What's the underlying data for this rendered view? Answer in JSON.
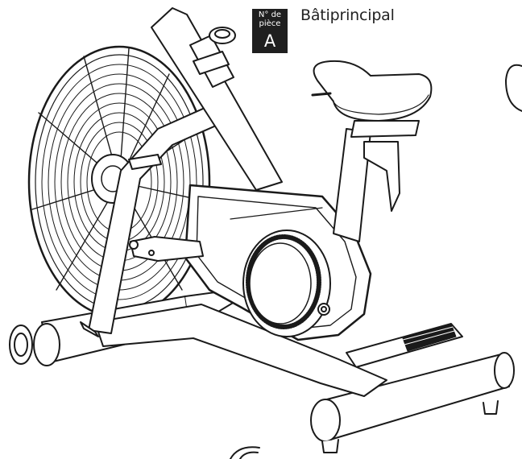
{
  "part_label": {
    "line1": "N° de",
    "line2": "pièce",
    "letter": "A"
  },
  "part_title": "Bâtiprincipal",
  "colors": {
    "ink": "#1a1a1a",
    "badge_bg": "#1f1f1f",
    "badge_text": "#ffffff",
    "background": "#ffffff"
  },
  "illustration": {
    "subject": "air-bike-main-frame"
  }
}
